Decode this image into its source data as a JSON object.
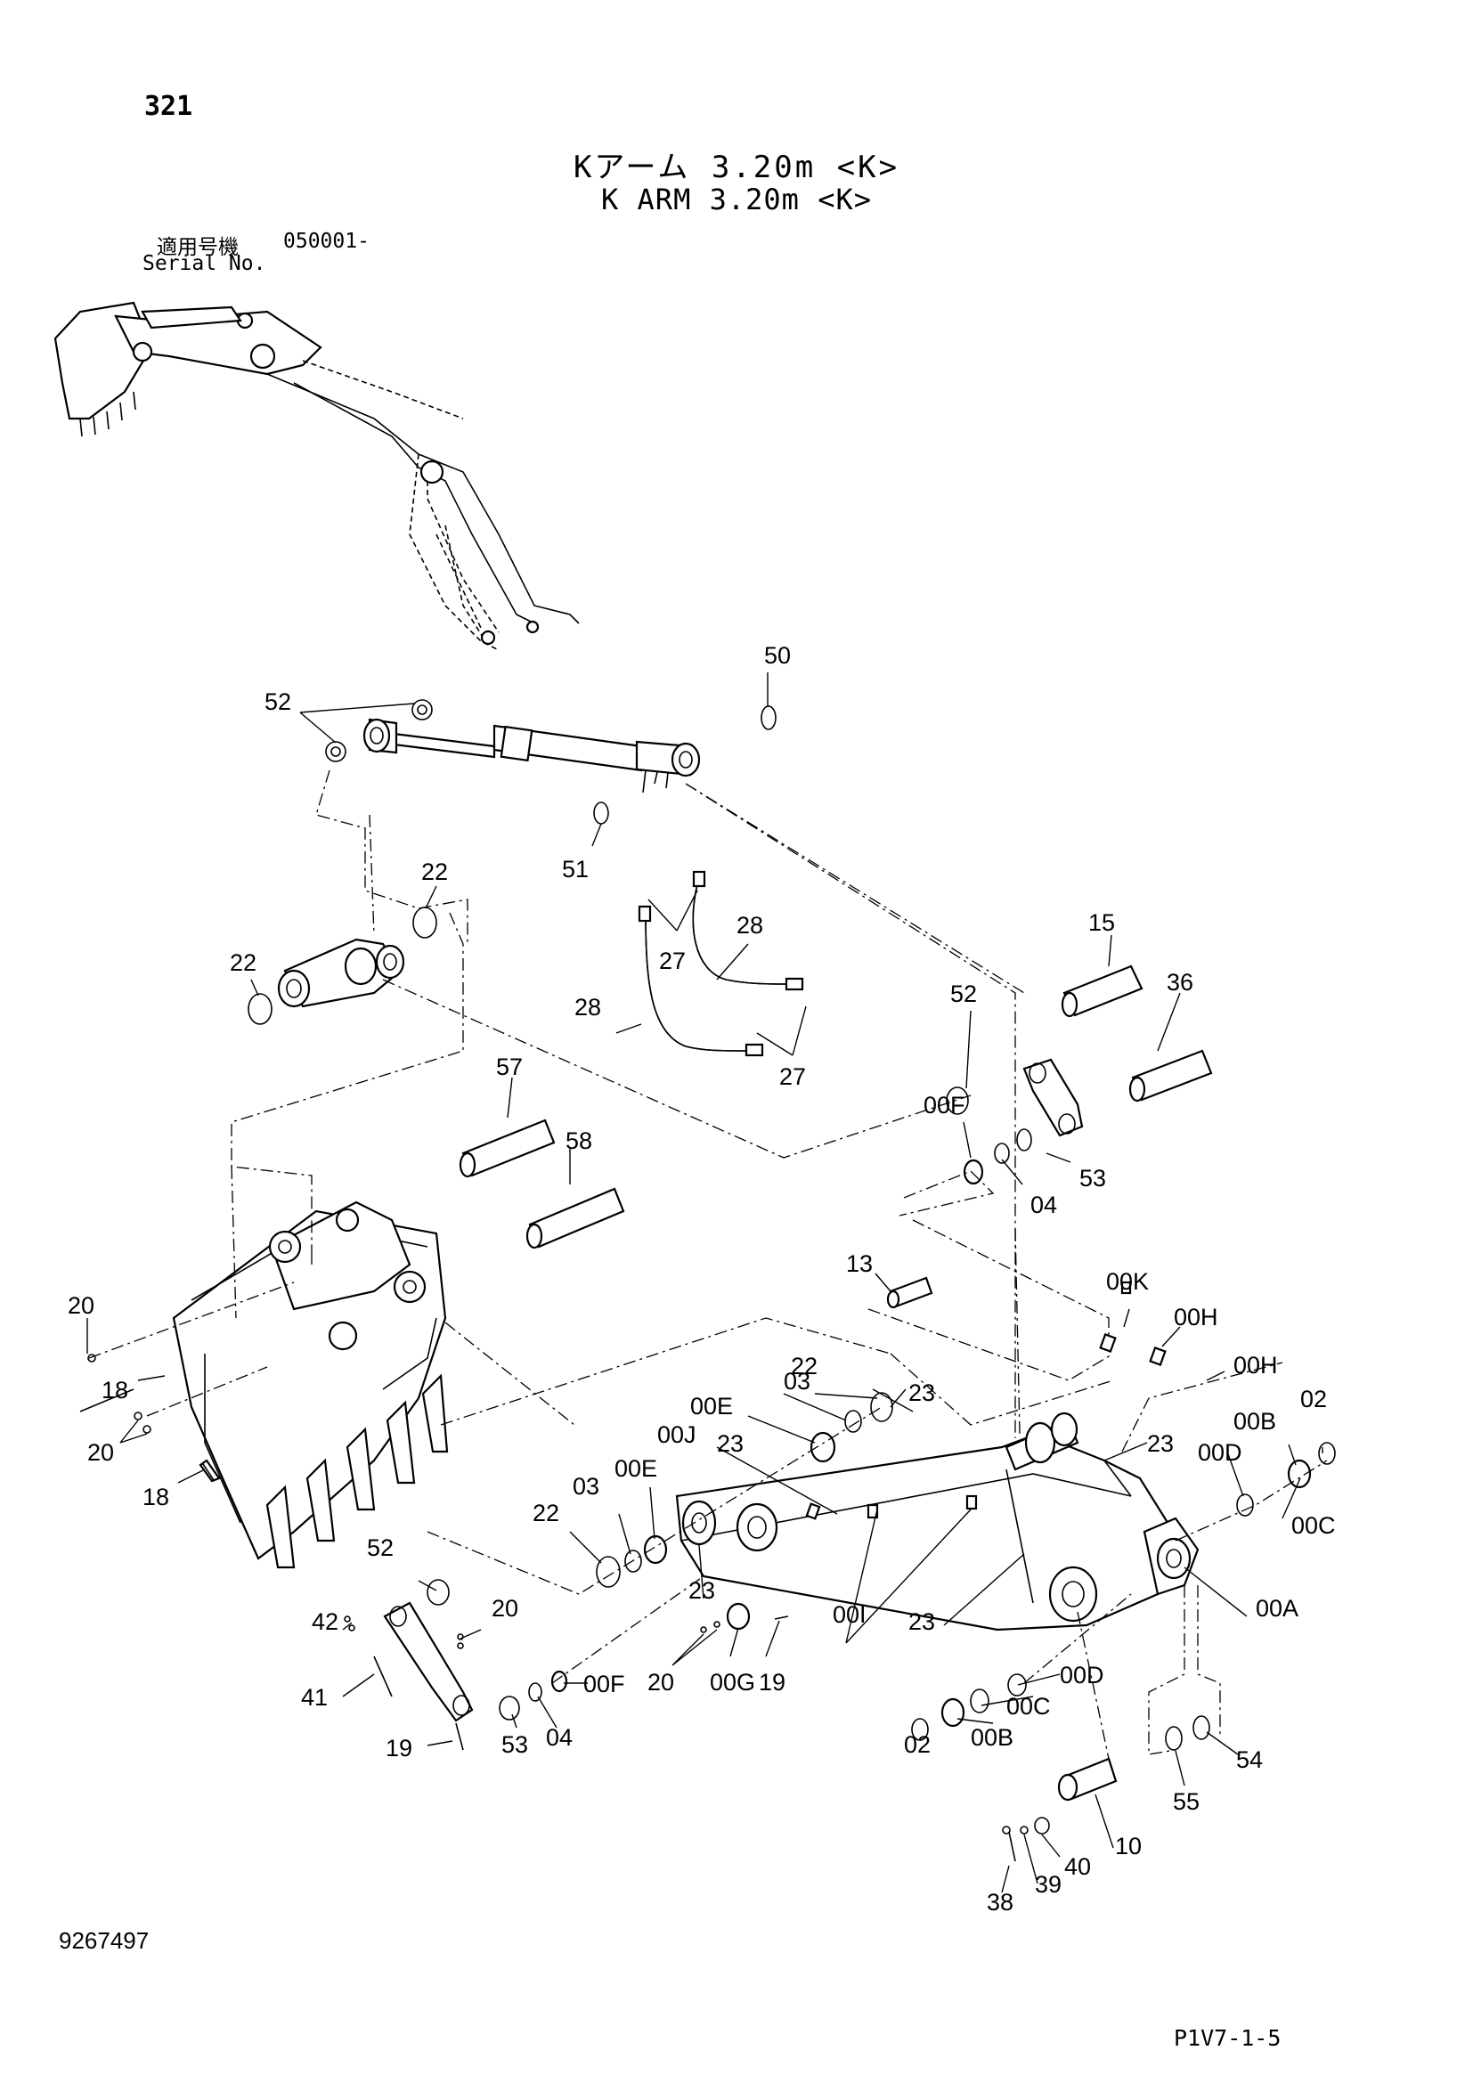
{
  "header": {
    "page_number": "321",
    "title_jp": "Kアーム 3.20m <K>",
    "title_en": "K ARM 3.20m <K>",
    "serial_label_jp": "適用号機",
    "serial_label_en": "Serial No.",
    "serial_value": "050001-"
  },
  "footer": {
    "doc_number": "9267497",
    "page_code": "P1V7-1-5"
  },
  "callouts": {
    "c50": "50",
    "c52a": "52",
    "c51": "51",
    "c22a": "22",
    "c22b": "22",
    "c28a": "28",
    "c27a": "27",
    "c28b": "28",
    "c27b": "27",
    "c15": "15",
    "c52b": "52",
    "c36": "36",
    "c00Fa": "00F",
    "c04a": "04",
    "c53a": "53",
    "c57": "57",
    "c58": "58",
    "c13": "13",
    "c00K": "00K",
    "c00Ha": "00H",
    "c00Hb": "00H",
    "c20a": "20",
    "c18a": "18",
    "c20b": "20",
    "c18b": "18",
    "c03a": "03",
    "c22c": "22",
    "c23a": "23",
    "c00Ea": "00E",
    "c23b": "23",
    "c00J": "00J",
    "c23c": "23",
    "c02a": "02",
    "c00B": "00B",
    "c00Da": "00D",
    "c00Ca": "00C",
    "c22d": "22",
    "c03b": "03",
    "c00Eb": "00E",
    "c23d": "23",
    "c00I": "00I",
    "c23e": "23",
    "c00A": "00A",
    "c52c": "52",
    "c42": "42",
    "c20c": "20",
    "c41": "41",
    "c53b": "53",
    "c04b": "04",
    "c00Fb": "00F",
    "c20d": "20",
    "c00G": "00G",
    "c19a": "19",
    "c00Db": "00D",
    "c00Cb": "00C",
    "c02b": "02",
    "c00Bb": "00B",
    "c19b": "19",
    "c54": "54",
    "c55": "55",
    "c10": "10",
    "c40": "40",
    "c39": "39",
    "c38": "38"
  }
}
